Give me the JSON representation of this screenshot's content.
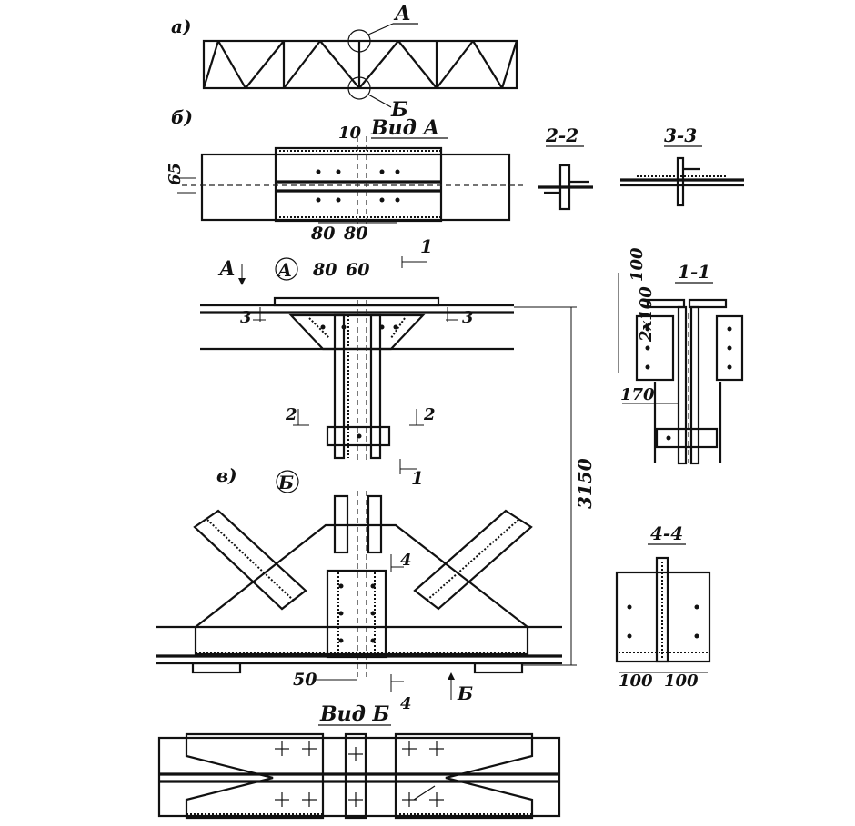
{
  "labels": {
    "a": "а)",
    "b": "б)",
    "v": "в)",
    "node_A": "А",
    "node_B": "Б",
    "view_A": "Вид А",
    "view_B": "Вид Б",
    "sec_22": "2-2",
    "sec_33": "3-3",
    "sec_11": "1-1",
    "sec_44": "4-4",
    "circ_A": "А",
    "circ_B": "Б",
    "arrow_A": "А",
    "arrow_B": "Б",
    "cut1_top": "1",
    "cut1_bot": "1",
    "cut2_l": "2",
    "cut2_r": "2",
    "cut3_l": "3",
    "cut3_r": "3",
    "cut4_top": "4",
    "cut4_bot": "4"
  },
  "dims": {
    "d10": "10",
    "d65": "65",
    "d80a": "80",
    "d80b": "80",
    "d80c": "80",
    "d60": "60",
    "d100": "100",
    "d2x100": "2x100",
    "d170": "170",
    "d3150": "3150",
    "d50": "50",
    "d100a": "100",
    "d100b": "100"
  }
}
